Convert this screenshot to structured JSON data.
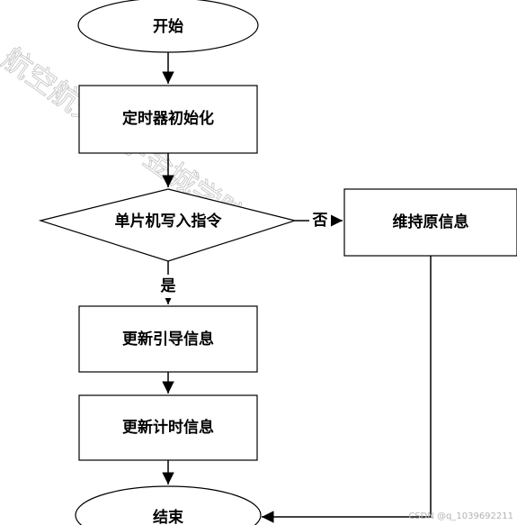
{
  "nodes": {
    "start": "开始",
    "timer_init": "定时器初始化",
    "decision": "单片机写入指令",
    "keep_info": "维持原信息",
    "update_guide": "更新引导信息",
    "update_timer": "更新计时信息",
    "end": "结束"
  },
  "edges": {
    "yes": "是",
    "no": "否"
  },
  "watermark": "航空航天大学金城学院",
  "credit": "CSDN @q_1039692211",
  "colors": {
    "stroke": "#000000",
    "fill": "#ffffff",
    "watermark": "#c8c8c8",
    "credit": "#b4b4b4"
  }
}
